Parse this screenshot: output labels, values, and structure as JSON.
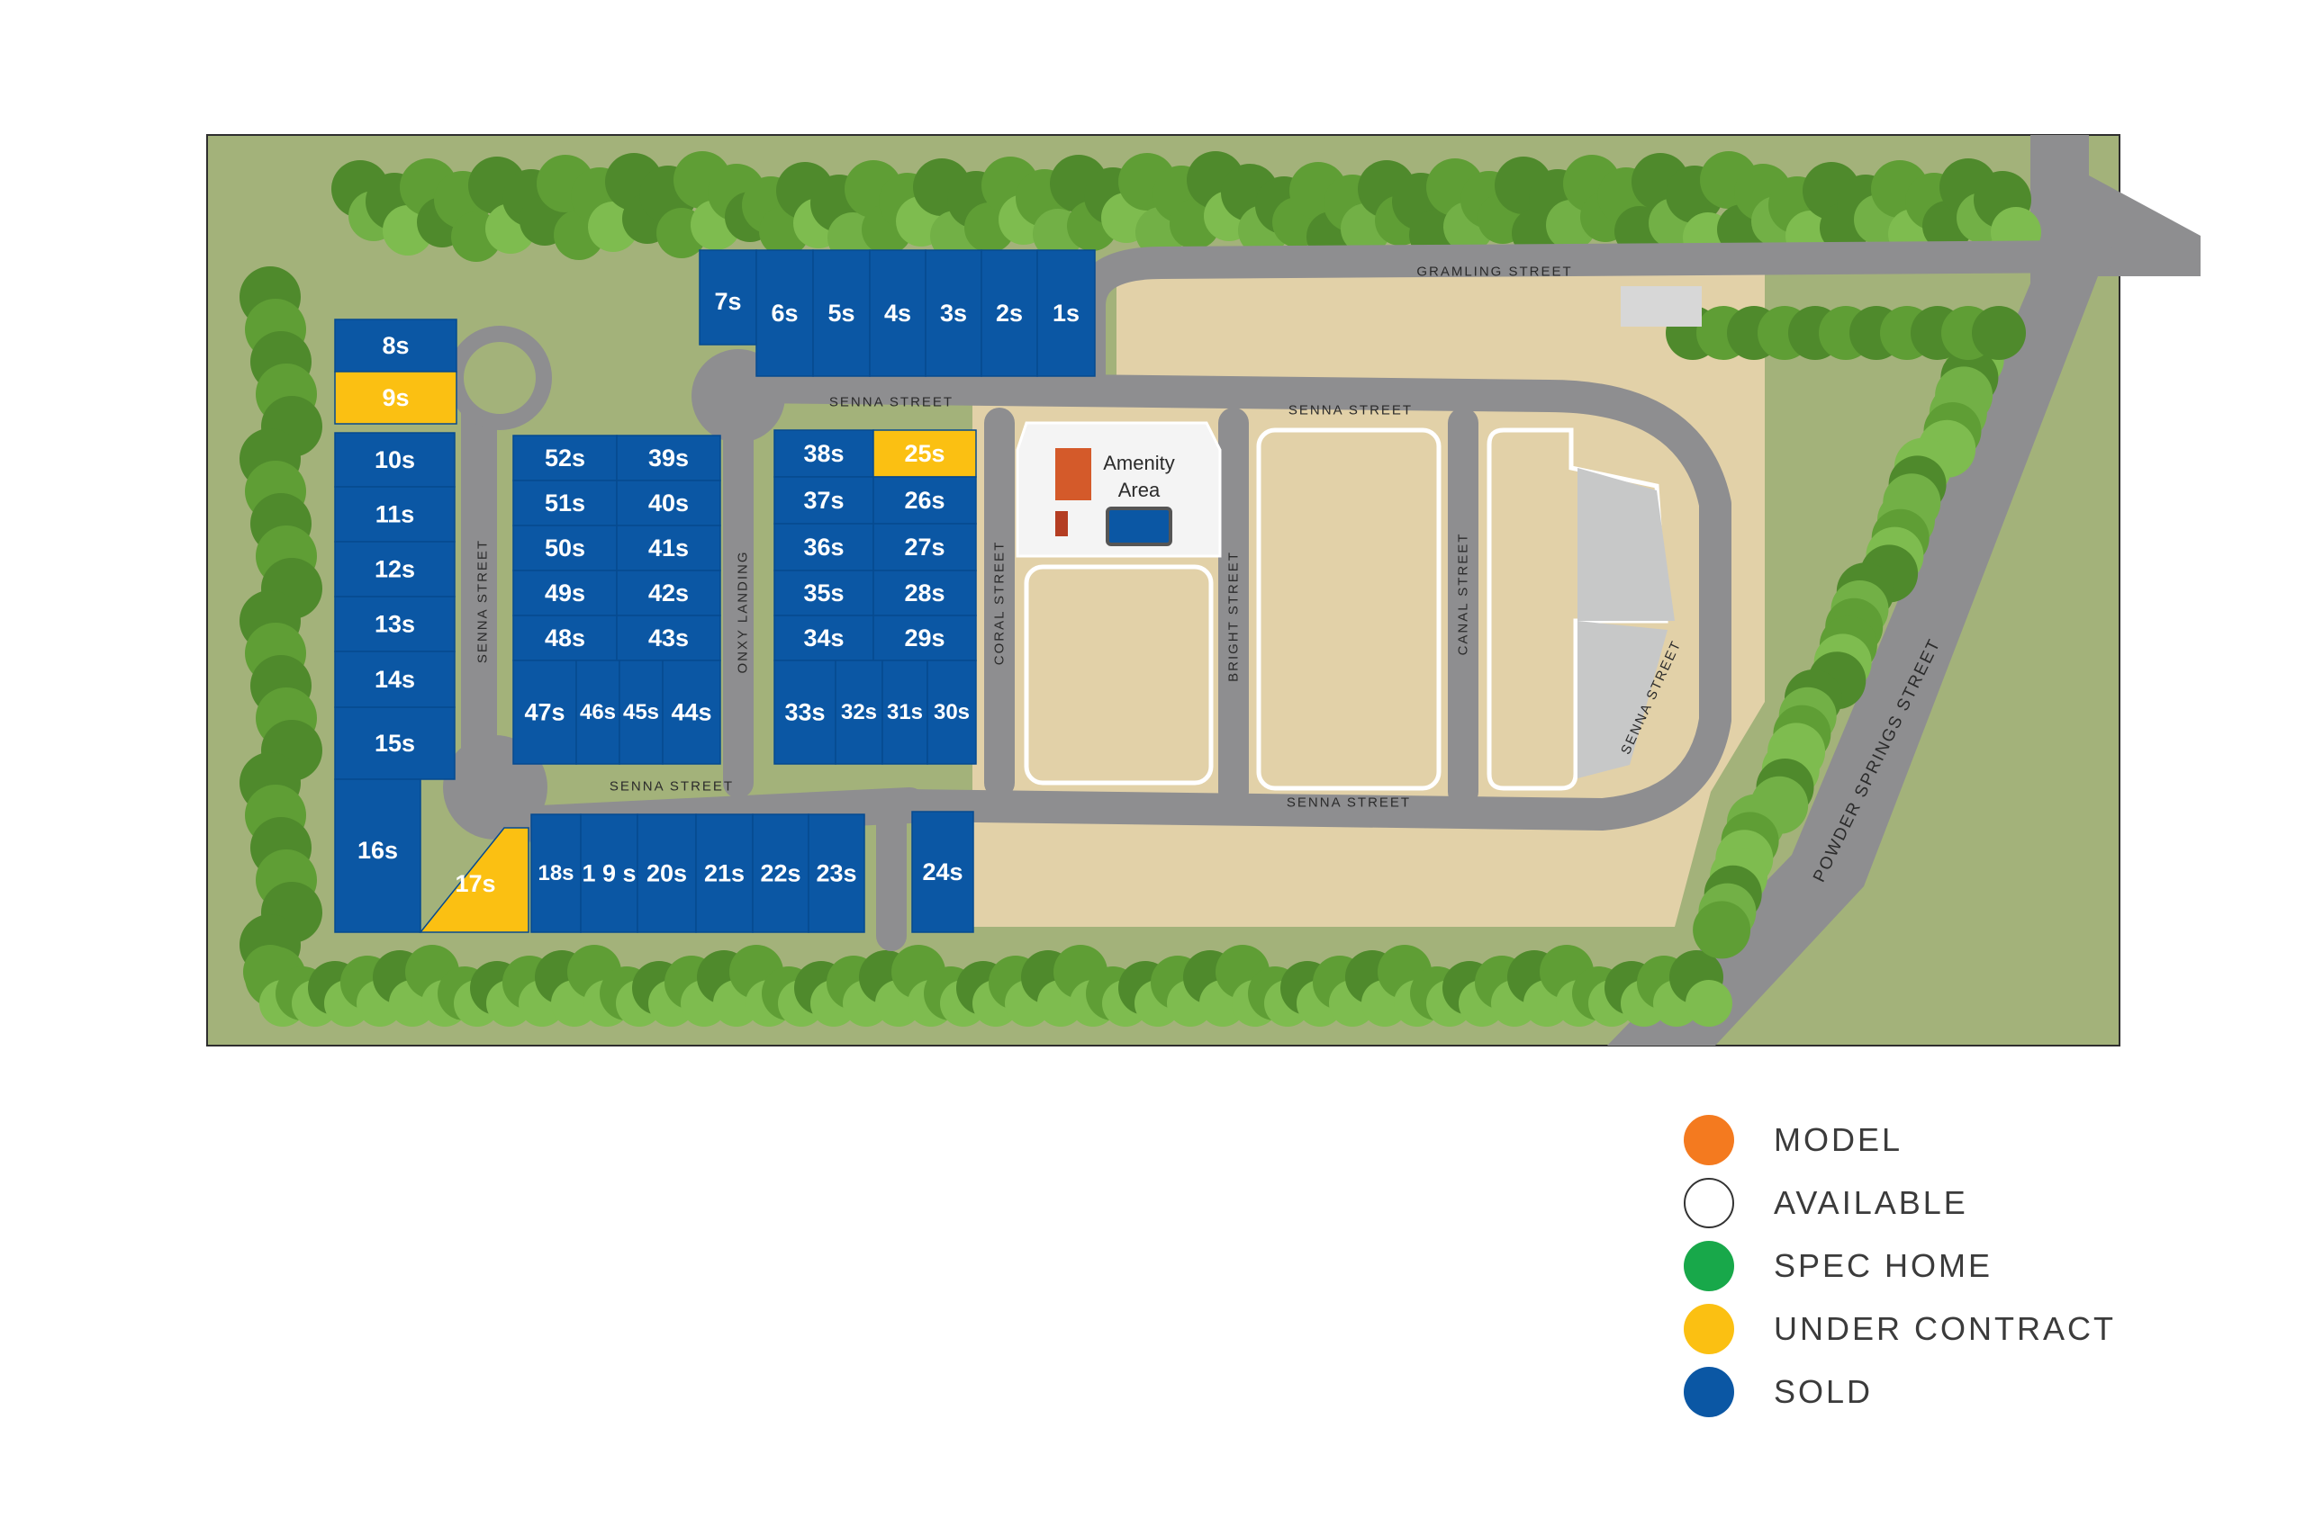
{
  "colors": {
    "sold": "#0b57a4",
    "under_contract": "#fbc012",
    "model": "#f47a1f",
    "spec_home": "#18a84a",
    "available": "#ffffff",
    "grass": "#a3b27a",
    "road": "#8e8e90",
    "sand": "#e2d1a8",
    "trees": "#6aa53a"
  },
  "lots": [
    {
      "label": "8s",
      "status": "sold"
    },
    {
      "label": "9s",
      "status": "under_contract"
    },
    {
      "label": "10s",
      "status": "sold"
    },
    {
      "label": "11s",
      "status": "sold"
    },
    {
      "label": "12s",
      "status": "sold"
    },
    {
      "label": "13s",
      "status": "sold"
    },
    {
      "label": "14s",
      "status": "sold"
    },
    {
      "label": "15s",
      "status": "sold"
    },
    {
      "label": "16s",
      "status": "sold"
    },
    {
      "label": "17s",
      "status": "under_contract"
    },
    {
      "label": "7s",
      "status": "sold"
    },
    {
      "label": "6s",
      "status": "sold"
    },
    {
      "label": "5s",
      "status": "sold"
    },
    {
      "label": "4s",
      "status": "sold"
    },
    {
      "label": "3s",
      "status": "sold"
    },
    {
      "label": "2s",
      "status": "sold"
    },
    {
      "label": "1s",
      "status": "sold"
    },
    {
      "label": "52s",
      "status": "sold"
    },
    {
      "label": "39s",
      "status": "sold"
    },
    {
      "label": "51s",
      "status": "sold"
    },
    {
      "label": "40s",
      "status": "sold"
    },
    {
      "label": "50s",
      "status": "sold"
    },
    {
      "label": "41s",
      "status": "sold"
    },
    {
      "label": "49s",
      "status": "sold"
    },
    {
      "label": "42s",
      "status": "sold"
    },
    {
      "label": "48s",
      "status": "sold"
    },
    {
      "label": "43s",
      "status": "sold"
    },
    {
      "label": "47s",
      "status": "sold"
    },
    {
      "label": "46s",
      "status": "sold"
    },
    {
      "label": "45s",
      "status": "sold"
    },
    {
      "label": "44s",
      "status": "sold"
    },
    {
      "label": "38s",
      "status": "sold"
    },
    {
      "label": "25s",
      "status": "under_contract"
    },
    {
      "label": "37s",
      "status": "sold"
    },
    {
      "label": "26s",
      "status": "sold"
    },
    {
      "label": "36s",
      "status": "sold"
    },
    {
      "label": "27s",
      "status": "sold"
    },
    {
      "label": "35s",
      "status": "sold"
    },
    {
      "label": "28s",
      "status": "sold"
    },
    {
      "label": "34s",
      "status": "sold"
    },
    {
      "label": "29s",
      "status": "sold"
    },
    {
      "label": "33s",
      "status": "sold"
    },
    {
      "label": "32s",
      "status": "sold"
    },
    {
      "label": "31s",
      "status": "sold"
    },
    {
      "label": "30s",
      "status": "sold"
    },
    {
      "label": "18s",
      "status": "sold"
    },
    {
      "label": "1 9 s",
      "status": "sold"
    },
    {
      "label": "20s",
      "status": "sold"
    },
    {
      "label": "21s",
      "status": "sold"
    },
    {
      "label": "22s",
      "status": "sold"
    },
    {
      "label": "23s",
      "status": "sold"
    },
    {
      "label": "24s",
      "status": "sold"
    }
  ],
  "streets": {
    "gramling": "GRAMLING STREET",
    "senna_top": "SENNA STREET",
    "senna_right_top": "SENNA STREET",
    "senna_left": "SENNA STREET",
    "senna_bottom_left": "SENNA STREET",
    "senna_bottom_right": "SENNA STREET",
    "senna_curve": "SENNA STREET",
    "onxy": "ONXY LANDING",
    "coral": "CORAL STREET",
    "bright": "BRIGHT STREET",
    "canal": "CANAL STREET",
    "powder": "POWDER SPRINGS STREET"
  },
  "amenity": {
    "line1": "Amenity",
    "line2": "Area"
  },
  "legend": [
    {
      "label": "MODEL",
      "color": "#f47a1f"
    },
    {
      "label": "AVAILABLE",
      "color": "#ffffff"
    },
    {
      "label": "SPEC HOME",
      "color": "#18a84a"
    },
    {
      "label": "UNDER CONTRACT",
      "color": "#fbc012"
    },
    {
      "label": "SOLD",
      "color": "#0b57a4"
    }
  ]
}
